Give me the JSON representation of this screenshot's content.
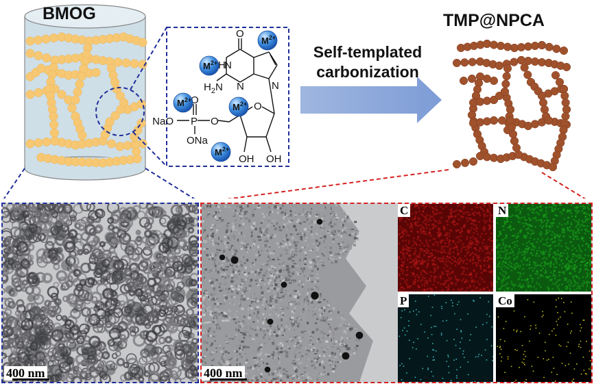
{
  "labels": {
    "bmog": "BMOG",
    "tmp_npca": "TMP@NPCA",
    "process_line1": "Self-templated",
    "process_line2": "carbonization"
  },
  "molecule": {
    "metal": "M",
    "metal_charge": "2+",
    "o_top": "O",
    "nh": "H",
    "n_h_n": "N",
    "h2n": "H2N",
    "n": "N",
    "n_ring": "N",
    "o_ring": "O",
    "o_phos_top": "O",
    "nao": "NaO",
    "p": "P",
    "o_link": "O",
    "ona": "ONa",
    "oh1": "OH",
    "oh2": "OH"
  },
  "micrographs": {
    "left_scale": "400 nm",
    "right_scale": "400 nm"
  },
  "maps": [
    {
      "label": "C",
      "color": "#b01818"
    },
    {
      "label": "N",
      "color": "#1aa01a"
    },
    {
      "label": "P",
      "color": "#3fc6c6"
    },
    {
      "label": "Co",
      "color": "#d8d020"
    }
  ],
  "colors": {
    "bead_yellow": "#f7c873",
    "bead_brown": "#a0522d",
    "blue_dash": "#1f2e99",
    "red_dash": "#d62020",
    "arrow": "#8faadc"
  }
}
